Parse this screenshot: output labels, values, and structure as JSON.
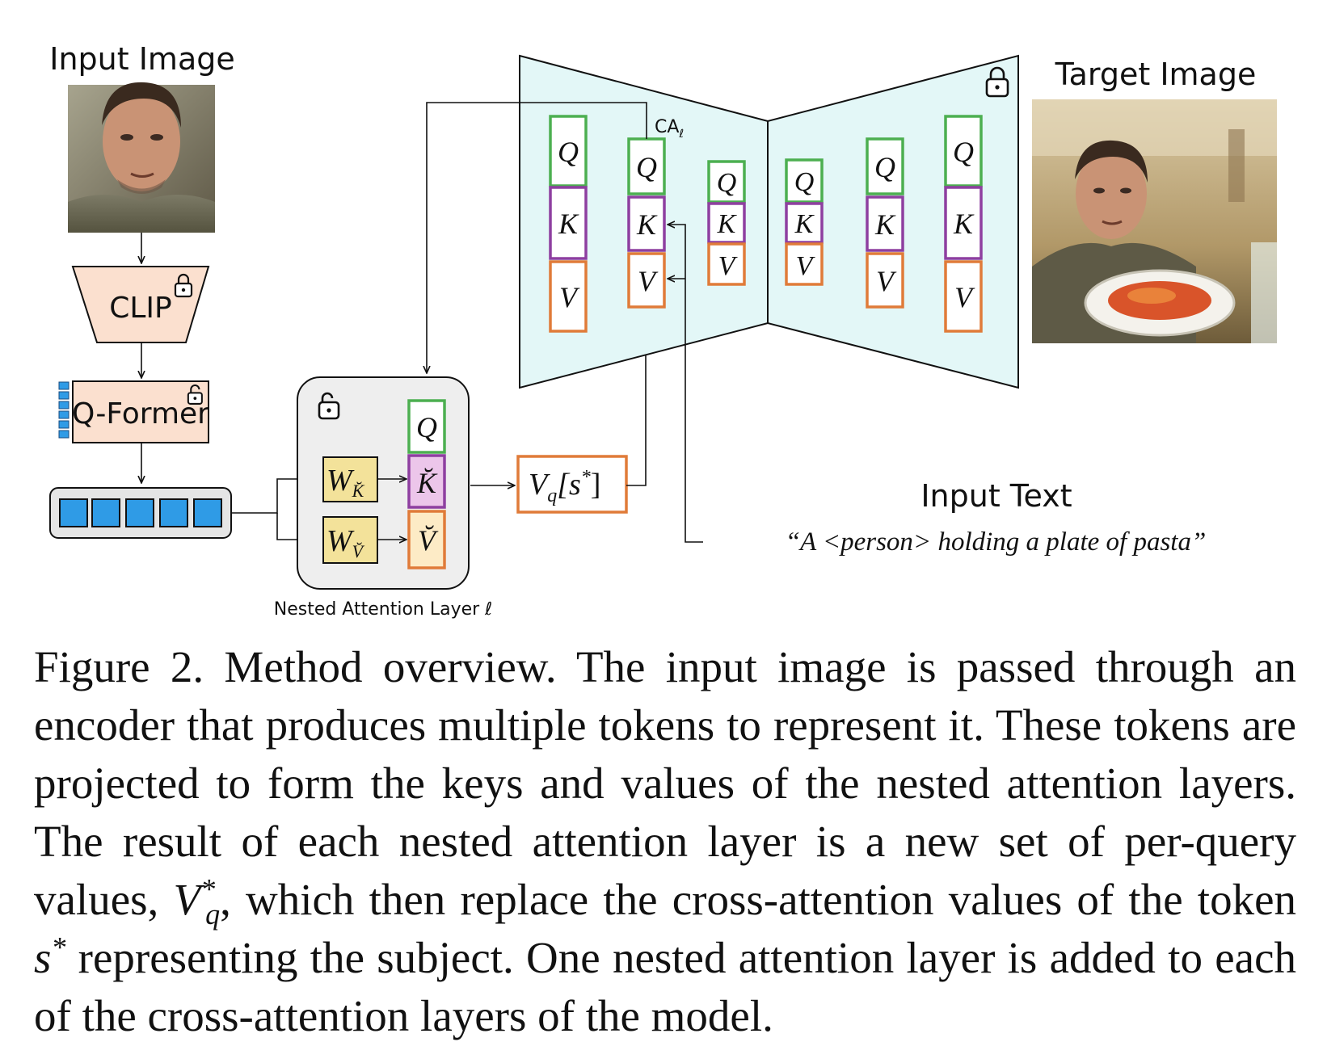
{
  "labels": {
    "input_image": "Input Image",
    "target_image": "Target Image",
    "input_text": "Input Text",
    "prompt": "“A <person> holding a plate of pasta”",
    "clip": "CLIP",
    "qformer": "Q-Former",
    "nested_layer": "Nested Attention Layer ℓ",
    "ca_label": "CA",
    "ca_sub": "ℓ",
    "vq": "V",
    "vq_sub": "q",
    "vq_bracket": "[s",
    "vq_star": "*",
    "vq_close": "]",
    "q": "Q",
    "k": "K",
    "v": "V",
    "k_breve": "K̆",
    "v_breve": "V̆",
    "w": "W",
    "wk_sub": "K̆",
    "wv_sub": "V̆"
  },
  "caption": {
    "p1": "Figure 2. Method overview. The input image is passed through an encoder that produces multiple tokens to represent it. These tokens are projected to form the keys and values of the nested attention layers. The result of each nested attention layer is a new set of per-query values, ",
    "v": "V",
    "v_sup": "*",
    "v_sub": "q",
    "p2": ", which then replace the cross-attention values of the token ",
    "s": "s",
    "s_sup": "*",
    "p3": " representing the subject. One nested attention layer is added to each of the cross-attention layers of the model."
  },
  "colors": {
    "q_border": "#4caf50",
    "k_border": "#8e3fa0",
    "v_border": "#e07b39",
    "unet_fill": "#e3f7f7",
    "clip_fill": "#fbe0cf",
    "token_blue": "#2f9be6",
    "w_fill": "#f3e29a",
    "kbreve_fill": "#ecc6ea",
    "vbreve_fill": "#fdebc6",
    "nested_fill": "#eeeeee"
  },
  "icons": [
    "lock-icon",
    "unlock-icon",
    "person-photo",
    "person-pasta-photo"
  ]
}
